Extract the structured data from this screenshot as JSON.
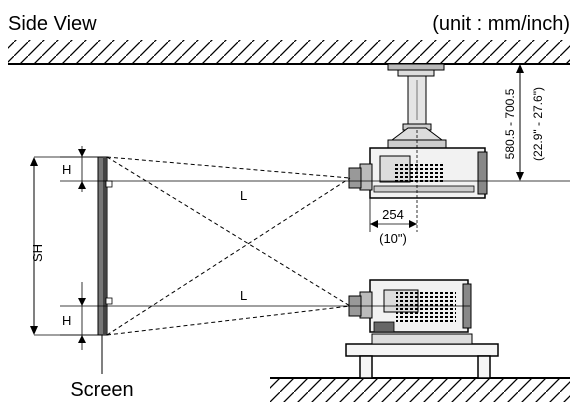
{
  "title": "Side View",
  "unit": "(unit : mm/inch)",
  "labels": {
    "h_top": "H",
    "h_bottom": "H",
    "sh": "SH",
    "l_top": "L",
    "l_bottom": "L",
    "offset_mm": "254",
    "offset_in": "(10\")",
    "height_mm": "580.5 - 700.5",
    "height_in": "(22.9\" - 27.6\")",
    "screen": "Screen"
  }
}
